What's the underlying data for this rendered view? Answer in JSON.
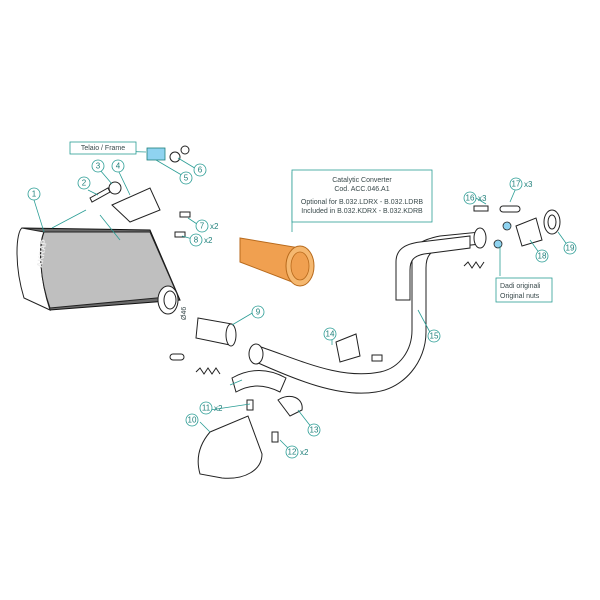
{
  "labels": {
    "frame": "Telaio / Frame",
    "cat_title": "Catalytic Converter",
    "cat_code": "Cod. ACC.046.A1",
    "cat_optional": "Optional for B.032.LDRX - B.032.LDRB",
    "cat_included": "Included in B.032.KDRX - B.032.KDRB",
    "nuts_it": "Dadi originali",
    "nuts_en": "Original nuts",
    "dim": "Ø46",
    "brand": "AKRAP"
  },
  "callouts": [
    "1",
    "2",
    "3",
    "4",
    "5",
    "6",
    "7",
    "8",
    "9",
    "10",
    "11",
    "12",
    "13",
    "14",
    "15",
    "16",
    "17",
    "18",
    "19"
  ],
  "quantities": {
    "q7": "x2",
    "q8": "x2",
    "q11": "x2",
    "q12": "x2",
    "q16": "x3",
    "q17": "x3"
  },
  "colors": {
    "callout": "#1f7f7a",
    "highlight_blue": "#8fd3f0",
    "catalyst_orange": "#f0a050"
  }
}
